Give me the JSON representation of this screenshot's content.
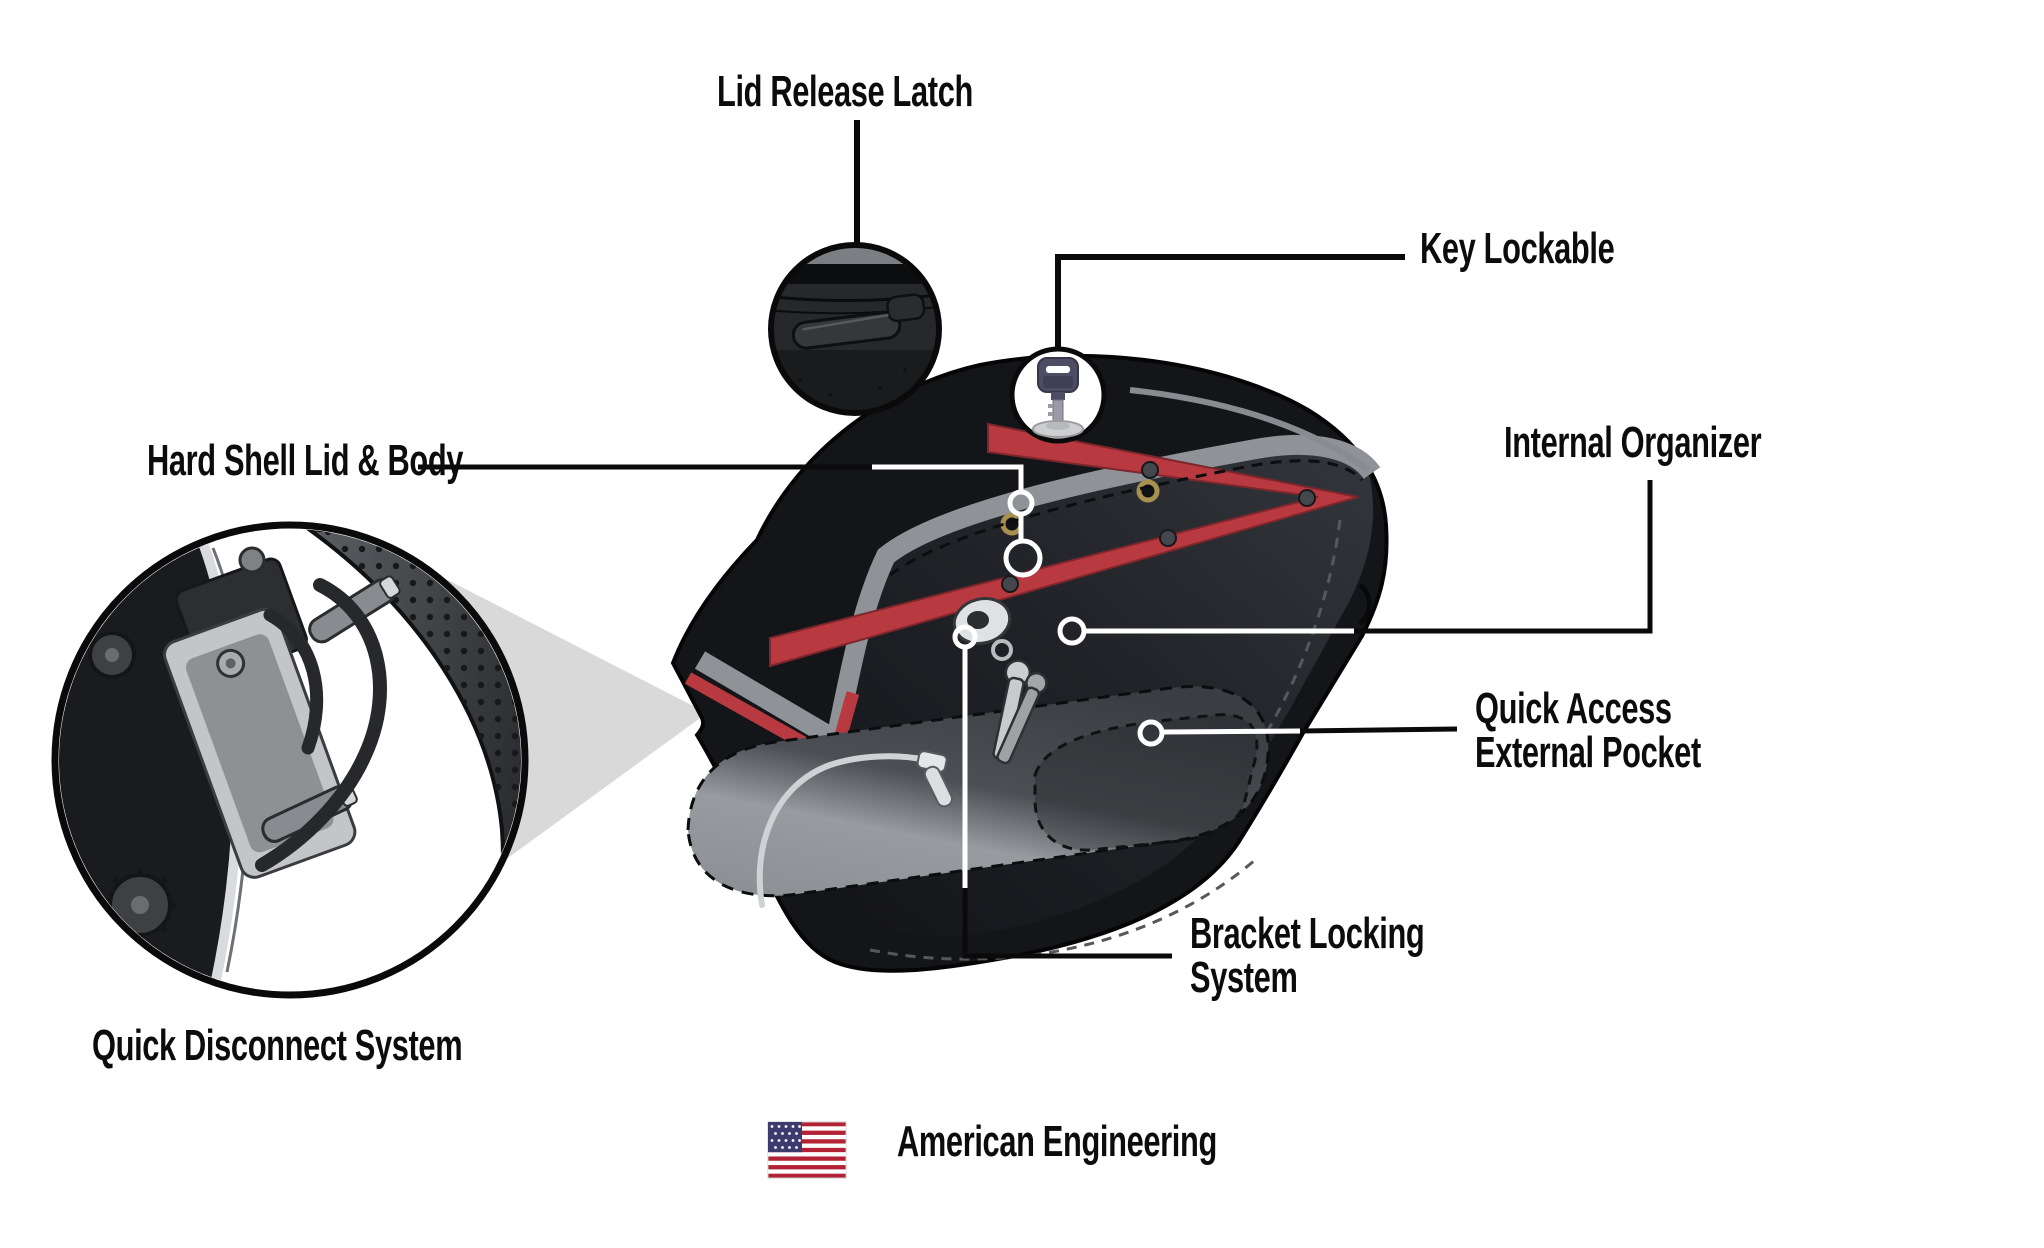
{
  "figure": {
    "callouts": {
      "lid_release_latch": "Lid Release Latch",
      "key_lockable": "Key Lockable",
      "hard_shell_lid_body": "Hard Shell Lid & Body",
      "internal_organizer": "Internal Organizer",
      "quick_access_external_pocket": {
        "line1": "Quick Access",
        "line2": "External Pocket"
      },
      "bracket_locking_system": {
        "line1": "Bracket Locking",
        "line2": "System"
      },
      "quick_disconnect_system": "Quick Disconnect System"
    },
    "footer": {
      "label": "American Engineering"
    },
    "icons": {
      "key": "key-icon",
      "latch": "lid-release-latch-icon",
      "flag": "us-flag-icon",
      "disconnect": "quick-disconnect-inset-icon"
    },
    "colors": {
      "accent_red": "#b83a40",
      "trim_gray": "#8f9296",
      "bag_black": "#141518",
      "leader_black": "#0a0a0a",
      "leader_white": "#ffffff",
      "flag_red": "#b22234",
      "flag_blue": "#3c3b6e"
    }
  }
}
